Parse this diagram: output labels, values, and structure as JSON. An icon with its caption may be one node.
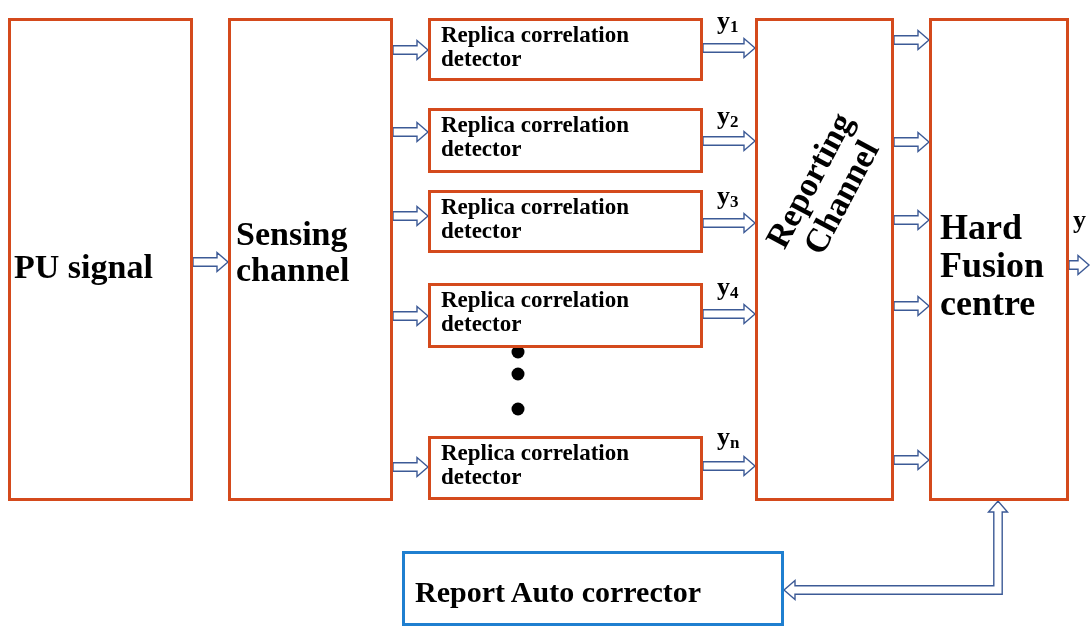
{
  "diagram": {
    "nodes": [
      {
        "text": [
          "PU signal"
        ]
      },
      {
        "text": [
          "Sensing channel"
        ]
      },
      {
        "text": [
          "Replica correlation detector"
        ]
      },
      {
        "text": [
          "Replica correlation detector"
        ]
      },
      {
        "text": [
          "Replica correlation detector"
        ]
      },
      {
        "text": [
          "Replica correlation detector"
        ]
      },
      {
        "text": [
          "Replica correlation detector"
        ]
      },
      {
        "text": [
          "Reporting Channel"
        ]
      },
      {
        "text": [
          "Hard Fusion centre"
        ]
      },
      {
        "text": [
          "Report Auto corrector"
        ]
      }
    ],
    "edges": [
      {
        "from": 0,
        "to": 1,
        "arrow": "to"
      },
      {
        "from": 1,
        "to": 2,
        "arrow": "to"
      },
      {
        "from": 1,
        "to": 3,
        "arrow": "to"
      },
      {
        "from": 1,
        "to": 4,
        "arrow": "to"
      },
      {
        "from": 1,
        "to": 5,
        "arrow": "to"
      },
      {
        "from": 1,
        "to": 6,
        "arrow": "to"
      },
      {
        "from": 2,
        "to": 7,
        "arrow": "to",
        "label": "y$_{1}$"
      },
      {
        "from": 3,
        "to": 7,
        "arrow": "to",
        "label": "y$_{2}$"
      },
      {
        "from": 4,
        "to": 7,
        "arrow": "to",
        "label": "y$_{3}$"
      },
      {
        "from": 5,
        "to": 7,
        "arrow": "to",
        "label": "y$_{4}$"
      },
      {
        "from": 6,
        "to": 7,
        "arrow": "to",
        "label": "y$_{n}$"
      },
      {
        "from": 7,
        "to": 8,
        "arrow": "to"
      },
      {
        "from": 7,
        "to": 8,
        "arrow": "to"
      },
      {
        "from": 7,
        "to": 8,
        "arrow": "to"
      },
      {
        "from": 7,
        "to": 8,
        "arrow": "to"
      },
      {
        "from": 7,
        "to": 8,
        "arrow": "to"
      },
      {
        "from": 8,
        "to": null,
        "arrow": "to",
        "label": "y"
      },
      {
        "from": 9,
        "to": 8,
        "arrow": "both"
      }
    ]
  }
}
